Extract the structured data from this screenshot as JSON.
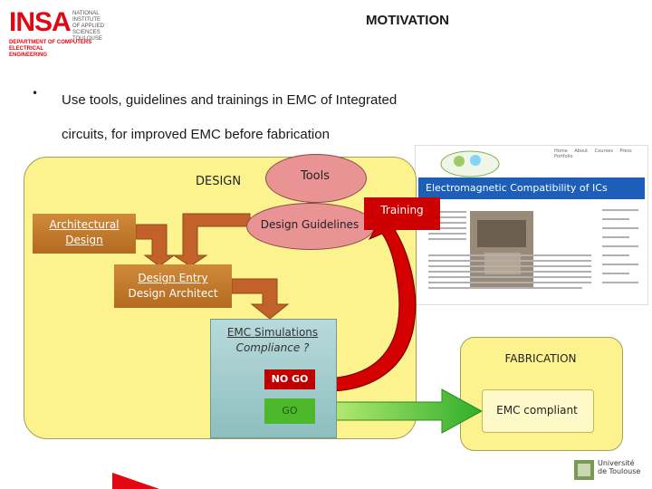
{
  "header": {
    "logo_text": "INSA",
    "logo_lines": [
      "NATIONAL INSTITUTE",
      "OF APPLIED",
      "SCIENCES",
      "TOULOUSE"
    ],
    "dept_lines": [
      "DEPARTMENT OF COMPUTERS ELECTRICAL",
      "ENGINEERING"
    ],
    "title": "MOTIVATION"
  },
  "bullet": {
    "marker": "•",
    "line1": "Use tools, guidelines and trainings in EMC of Integrated",
    "line2": "circuits, for improved EMC before fabrication"
  },
  "diagram": {
    "design_label": "DESIGN",
    "tools": "Tools",
    "guidelines": "Design Guidelines",
    "training": "Training",
    "architectural": [
      "Architectural",
      "Design"
    ],
    "design_entry": [
      "Design Entry",
      "Design Architect"
    ],
    "emc_sim": [
      "EMC Simulations",
      "Compliance ?"
    ],
    "nogo": "NO GO",
    "go": "GO",
    "fabrication": "FABRICATION",
    "compliant": "EMC compliant"
  },
  "website": {
    "banner": "Electromagnetic Compatibility of ICs",
    "nav": [
      "Home",
      "About",
      "Courses",
      "Press",
      "Portfolio"
    ]
  },
  "footer": {
    "university": [
      "Université",
      "de Toulouse"
    ]
  },
  "colors": {
    "insa_red": "#e30613",
    "yellow": "#fdf38e",
    "pink": "#e99395",
    "orange": "#c47a2c",
    "teal": "#a8cfd0",
    "nogo_red": "#c00000",
    "go_green": "#4db82a",
    "arrow_red": "#d40000",
    "banner_blue": "#1d5fb8"
  }
}
